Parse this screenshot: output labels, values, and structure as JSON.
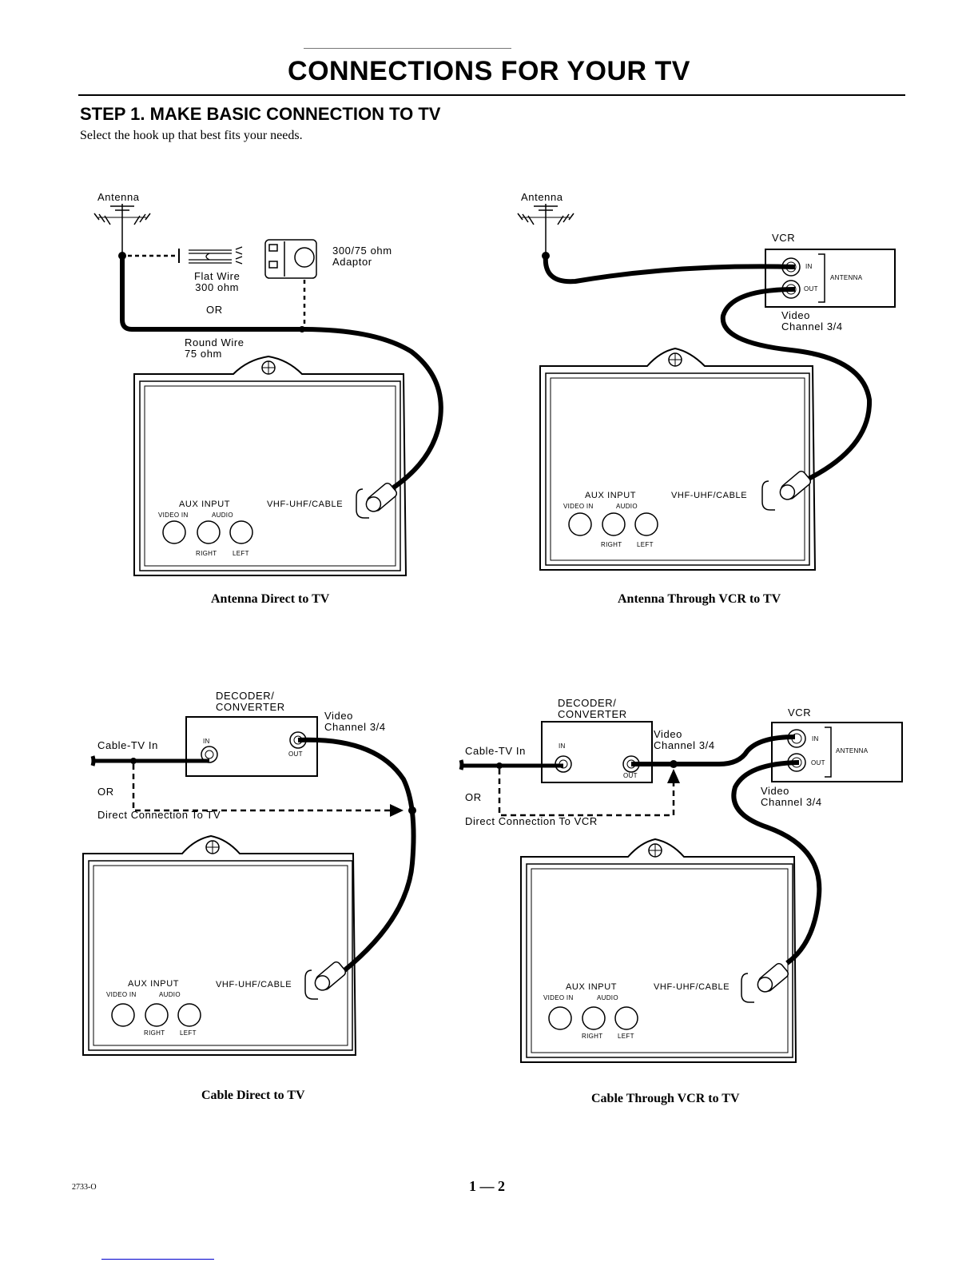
{
  "page": {
    "title": "CONNECTIONS FOR YOUR TV",
    "step_heading": "STEP 1. MAKE BASIC CONNECTION TO TV",
    "intro": "Select the hook up that best fits your needs.",
    "footer_code": "2733-O",
    "page_number": "1 — 2"
  },
  "diagrams": [
    {
      "caption": "Antenna Direct to TV",
      "labels": {
        "antenna": "Antenna",
        "adaptor": "300/75 ohm\nAdaptor",
        "flat_wire": "Flat Wire\n300 ohm",
        "or": "OR",
        "round_wire": "Round Wire\n75 ohm"
      }
    },
    {
      "caption": "Antenna Through VCR to TV",
      "labels": {
        "antenna": "Antenna",
        "vcr": "VCR",
        "in": "IN",
        "out": "OUT",
        "antenna_bracket": "ANTENNA",
        "video_channel": "Video\nChannel 3/4"
      }
    },
    {
      "caption": "Cable Direct to TV",
      "labels": {
        "decoder": "DECODER/\nCONVERTER",
        "video_channel": "Video\nChannel 3/4",
        "cable_in": "Cable-TV In",
        "in": "IN",
        "out": "OUT",
        "or": "OR",
        "direct": "Direct Connection To TV"
      }
    },
    {
      "caption": "Cable Through VCR to TV",
      "labels": {
        "decoder": "DECODER/\nCONVERTER",
        "vcr": "VCR",
        "video_channel_decoder": "Video\nChannel 3/4",
        "video_channel_vcr": "Video\nChannel 3/4",
        "cable_in": "Cable-TV In",
        "in": "IN",
        "out": "OUT",
        "vcr_in": "IN",
        "vcr_out": "OUT",
        "antenna_bracket": "ANTENNA",
        "or": "OR",
        "direct": "Direct Connection To VCR"
      }
    }
  ],
  "tv_panel": {
    "aux_input": "AUX INPUT",
    "video_in": "VIDEO IN",
    "audio": "AUDIO",
    "right": "RIGHT",
    "left": "LEFT",
    "rf_input": "VHF-UHF/CABLE"
  }
}
